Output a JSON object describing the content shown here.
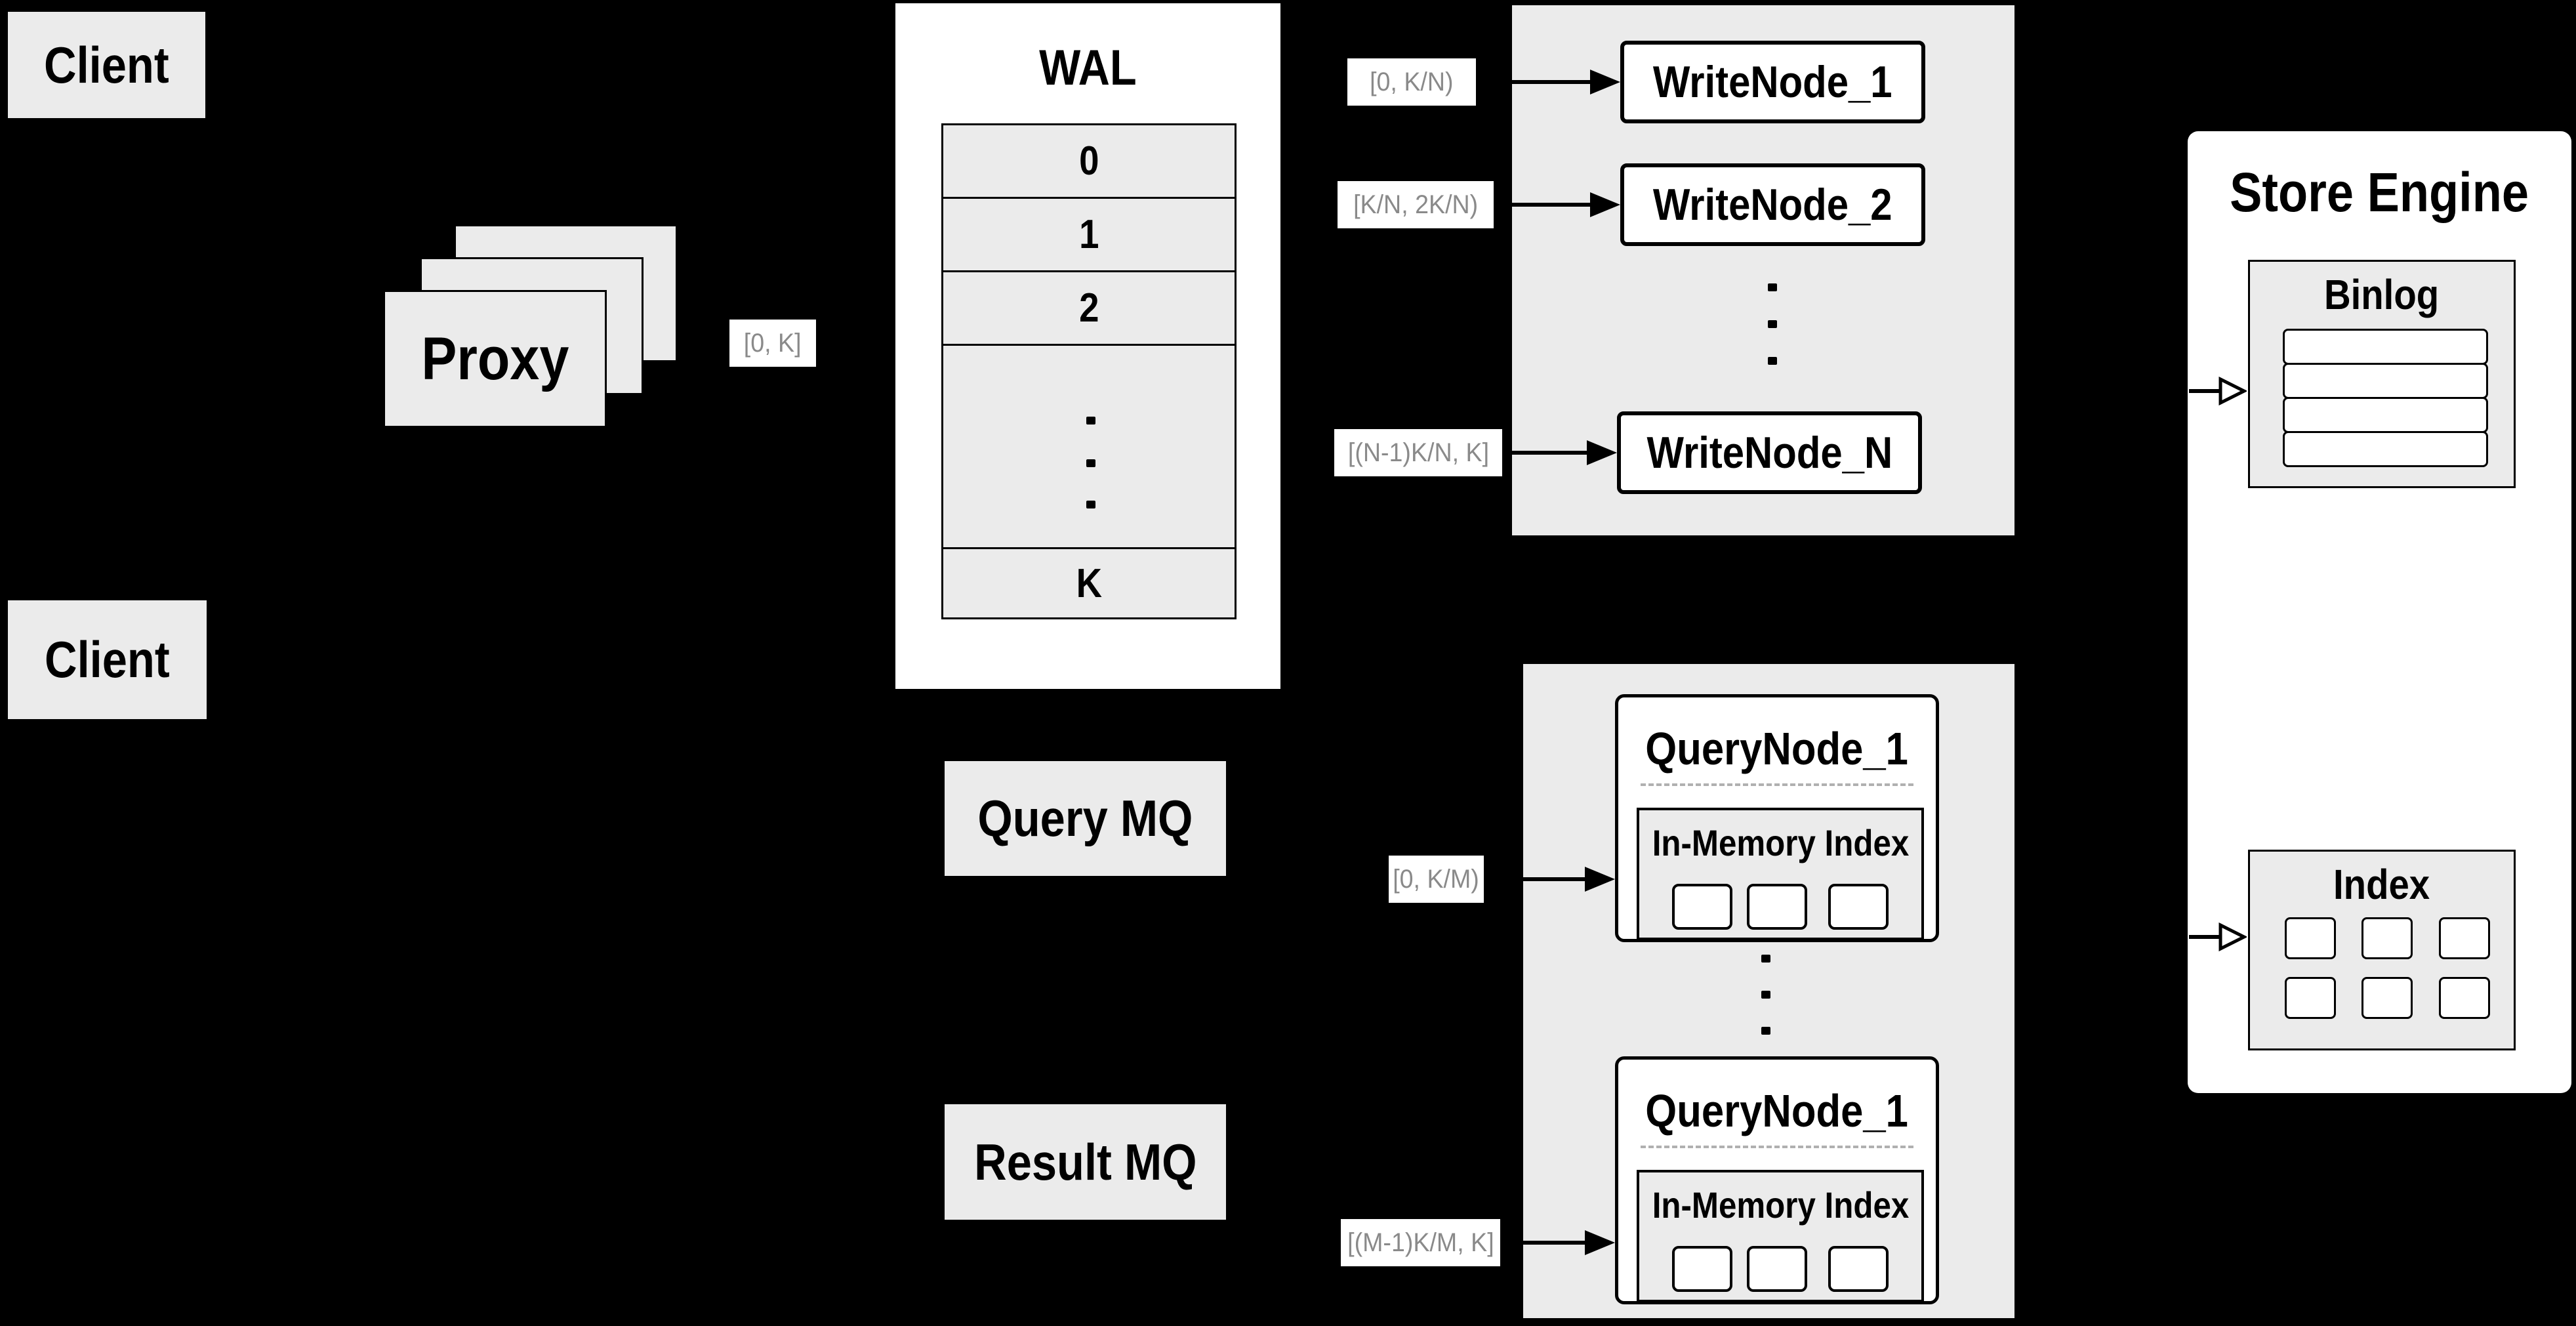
{
  "colors": {
    "background": "#000000",
    "panel_gray": "#ebebeb",
    "box_white": "#ffffff",
    "border_black": "#000000",
    "range_label_text": "#8a8a8a",
    "divider_dash": "#b0b0b0"
  },
  "clients": {
    "top_label": "Client",
    "bottom_label": "Client"
  },
  "proxy": {
    "label": "Proxy"
  },
  "wal": {
    "title": "WAL",
    "rows": [
      "0",
      "1",
      "2"
    ],
    "last_row": "K"
  },
  "mq": {
    "query": "Query MQ",
    "result": "Result MQ"
  },
  "write_panel": {
    "nodes": [
      "WriteNode_1",
      "WriteNode_2"
    ],
    "last_node": "WriteNode_N"
  },
  "query_panel": {
    "nodes": [
      {
        "title": "QueryNode_1",
        "inner_title": "In-Memory Index"
      },
      {
        "title": "QueryNode_1",
        "inner_title": "In-Memory Index"
      }
    ]
  },
  "store_engine": {
    "title": "Store Engine",
    "binlog_title": "Binlog",
    "index_title": "Index"
  },
  "edge_labels": {
    "proxy_to_wal": "[0, K]",
    "wal_to_writenode_1": "[0, K/N)",
    "wal_to_writenode_2": "[K/N, 2K/N)",
    "wal_to_writenode_n": "[(N-1)K/N, K]",
    "query_mq_to_querynode_1": "[0, K/M)",
    "result_mq_to_querynode_m": "[(M-1)K/M, K]"
  }
}
